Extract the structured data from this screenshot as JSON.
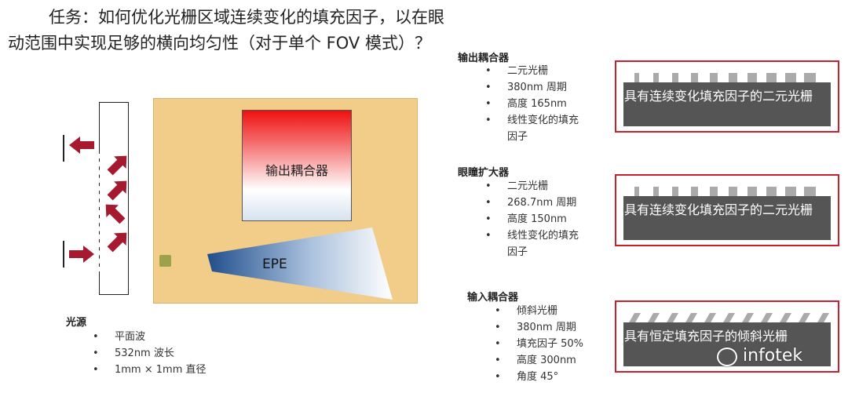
{
  "task": "任务：如何优化光栅区域连续变化的填充因子，以在眼动范围中实现足够的横向均匀性（对于单个 FOV 模式）？",
  "diagram": {
    "output_coupler_label": "输出耦合器",
    "epe_label": "EPE"
  },
  "light_source": {
    "heading": "光源",
    "items": [
      "平面波",
      "532nm 波长",
      "1mm × 1mm 直径"
    ]
  },
  "output_coupler": {
    "heading": "输出耦合器",
    "items": [
      "二元光栅",
      "380nm 周期",
      "高度 165nm",
      "线性变化的填充因子"
    ],
    "grating_caption": "具有连续变化填充因子的二元光栅"
  },
  "eye_pupil_expander": {
    "heading": "眼瞳扩大器",
    "items": [
      "二元光栅",
      "268.7nm 周期",
      "高度 150nm",
      "线性变化的填充因子"
    ],
    "grating_caption": "具有连续变化填充因子的二元光栅"
  },
  "input_coupler": {
    "heading": "输入耦合器",
    "items": [
      "倾斜光栅",
      "380nm 周期",
      "填充因子 50%",
      "高度 300nm",
      "角度 45°"
    ],
    "grating_caption": "具有恒定填充因子的倾斜光栅"
  },
  "watermark": "infotek",
  "colors": {
    "arrow": "#a6192e",
    "plate": "#f1cd89",
    "frame": "#c8202f",
    "grating": "#555555",
    "grating_teeth": "#aaaaaa"
  }
}
